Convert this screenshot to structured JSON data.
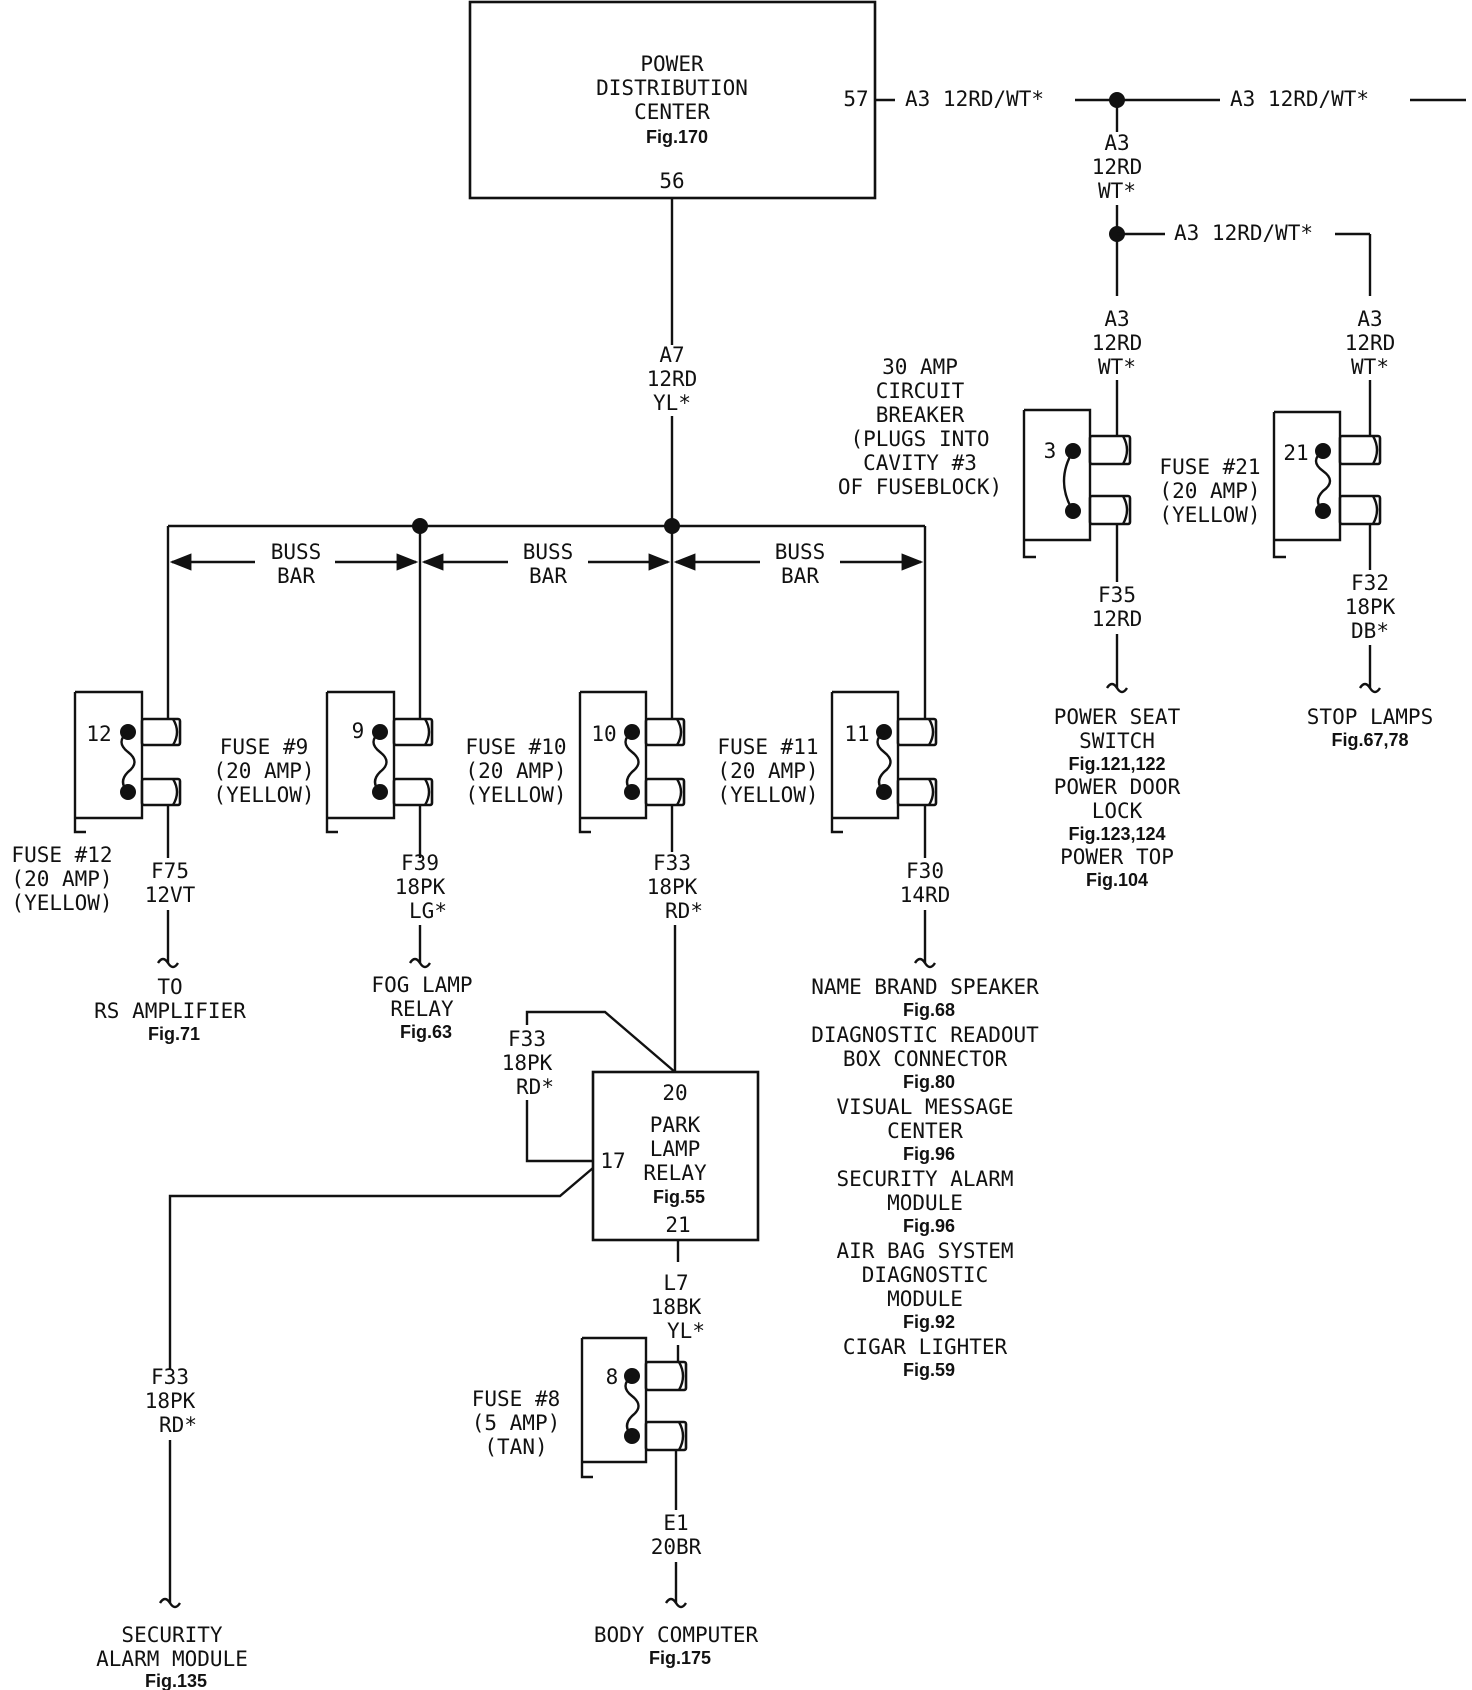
{
  "pdc": {
    "title_lines": [
      "POWER",
      "DISTRIBUTION",
      "CENTER"
    ],
    "fig": "Fig.170",
    "pin_bottom": "56",
    "pin_right": "57"
  },
  "a3_wires": {
    "top_left": "A3 12RD/WT*",
    "top_right": "A3 12RD/WT*",
    "drop1": [
      "A3",
      "12RD",
      "WT*"
    ],
    "branch": "A3 12RD/WT*",
    "drop_cb": [
      "A3",
      "12RD",
      "WT*"
    ],
    "drop_fuse21": [
      "A3",
      "12RD",
      "WT*"
    ]
  },
  "a7": [
    "A7",
    "12RD",
    "YL*"
  ],
  "circuit_breaker": {
    "lines": [
      "30 AMP",
      "CIRCUIT",
      "BREAKER",
      "(PLUGS INTO",
      "CAVITY #3",
      "OF FUSEBLOCK)"
    ],
    "cavity": "3"
  },
  "fuse21": {
    "cavity": "21",
    "lines": [
      "FUSE #21",
      "(20 AMP)",
      "(YELLOW)"
    ]
  },
  "f35": [
    "F35",
    "12RD"
  ],
  "f32": [
    "F32",
    "18PK",
    "DB*"
  ],
  "power_seat": {
    "lines": [
      "POWER SEAT",
      "SWITCH"
    ],
    "fig1": "Fig.121,122",
    "lines2": [
      "POWER DOOR",
      "LOCK"
    ],
    "fig2": "Fig.123,124",
    "lines3": [
      "POWER TOP"
    ],
    "fig3": "Fig.104"
  },
  "stop_lamps": {
    "label": "STOP LAMPS",
    "fig": "Fig.67,78"
  },
  "buss_bar": [
    "BUSS",
    "BAR"
  ],
  "fuses": [
    {
      "cavity": "12",
      "lines": [
        "FUSE #12",
        "(20 AMP)",
        "(YELLOW)"
      ]
    },
    {
      "cavity": "9",
      "lines": [
        "FUSE #9",
        "(20 AMP)",
        "(YELLOW)"
      ]
    },
    {
      "cavity": "10",
      "lines": [
        "FUSE #10",
        "(20 AMP)",
        "(YELLOW)"
      ]
    },
    {
      "cavity": "11",
      "lines": [
        "FUSE #11",
        "(20 AMP)",
        "(YELLOW)"
      ]
    }
  ],
  "f75": [
    "F75",
    "12VT"
  ],
  "f39": [
    "F39",
    "18PK",
    "LG*"
  ],
  "f33": [
    "F33",
    "18PK",
    "RD*"
  ],
  "f30": [
    "F30",
    "14RD"
  ],
  "rs_amp": {
    "lines": [
      "TO",
      "RS AMPLIFIER"
    ],
    "fig": "Fig.71"
  },
  "fog_relay": {
    "lines": [
      "FOG LAMP",
      "RELAY"
    ],
    "fig": "Fig.63"
  },
  "speaker_list": [
    {
      "lines": [
        "NAME BRAND SPEAKER"
      ],
      "fig": "Fig.68"
    },
    {
      "lines": [
        "DIAGNOSTIC READOUT",
        "BOX CONNECTOR"
      ],
      "fig": "Fig.80"
    },
    {
      "lines": [
        "VISUAL MESSAGE",
        "CENTER"
      ],
      "fig": "Fig.96"
    },
    {
      "lines": [
        "SECURITY ALARM",
        "MODULE"
      ],
      "fig": "Fig.96"
    },
    {
      "lines": [
        "AIR BAG SYSTEM",
        "DIAGNOSTIC",
        "MODULE"
      ],
      "fig": "Fig.92"
    },
    {
      "lines": [
        "CIGAR LIGHTER"
      ],
      "fig": "Fig.59"
    }
  ],
  "relay": {
    "pin_top": "20",
    "pin_left": "17",
    "pin_bottom": "21",
    "lines": [
      "PARK",
      "LAMP",
      "RELAY"
    ],
    "fig": "Fig.55"
  },
  "f33_loop": [
    "F33",
    "18PK",
    "RD*"
  ],
  "f33_sec": [
    "F33",
    "18PK",
    "RD*"
  ],
  "l7": [
    "L7",
    "18BK",
    "YL*"
  ],
  "fuse8": {
    "cavity": "8",
    "lines": [
      "FUSE #8",
      "(5 AMP)",
      "(TAN)"
    ]
  },
  "e1": [
    "E1",
    "20BR"
  ],
  "security_module": {
    "lines": [
      "SECURITY",
      "ALARM MODULE"
    ],
    "fig": "Fig.135"
  },
  "body_computer": {
    "label": "BODY COMPUTER",
    "fig": "Fig.175"
  }
}
